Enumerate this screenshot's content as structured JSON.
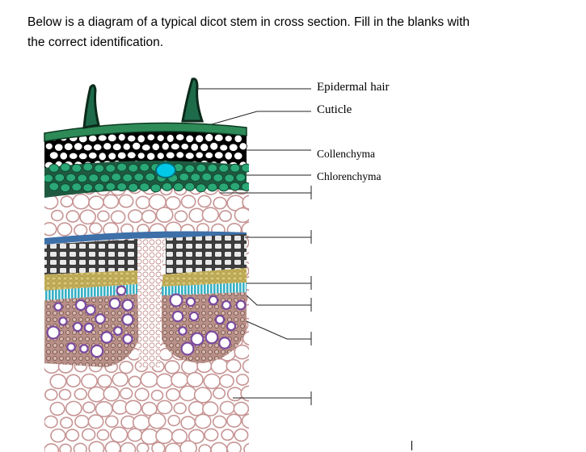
{
  "document": {
    "instructions_line1": "Below is a diagram of a typical dicot stem in cross section. Fill in the blanks with",
    "instructions_line2": "the correct identification."
  },
  "diagram": {
    "labels": {
      "epidermal_hair": "Epidermal hair",
      "cuticle": "Cuticle",
      "collenchyma": "Collenchyma",
      "chlorenchyma": "Chlorenchyma"
    },
    "blank_count": 6
  },
  "colors": {
    "cuticle": "#2e8b57",
    "collenchyma_bg": "#000000",
    "chlorenchyma": "#2aa876",
    "resin_duct": "#00c8e6",
    "parenchyma_outline": "#c79494",
    "endodermis": "#3d6fa8",
    "fibers": "#5a5a5a",
    "phloem": "#c8b45a",
    "cambium": "#3cb4c8",
    "xylem_bg": "#b08a82",
    "vessel": "#7a4a9e"
  }
}
